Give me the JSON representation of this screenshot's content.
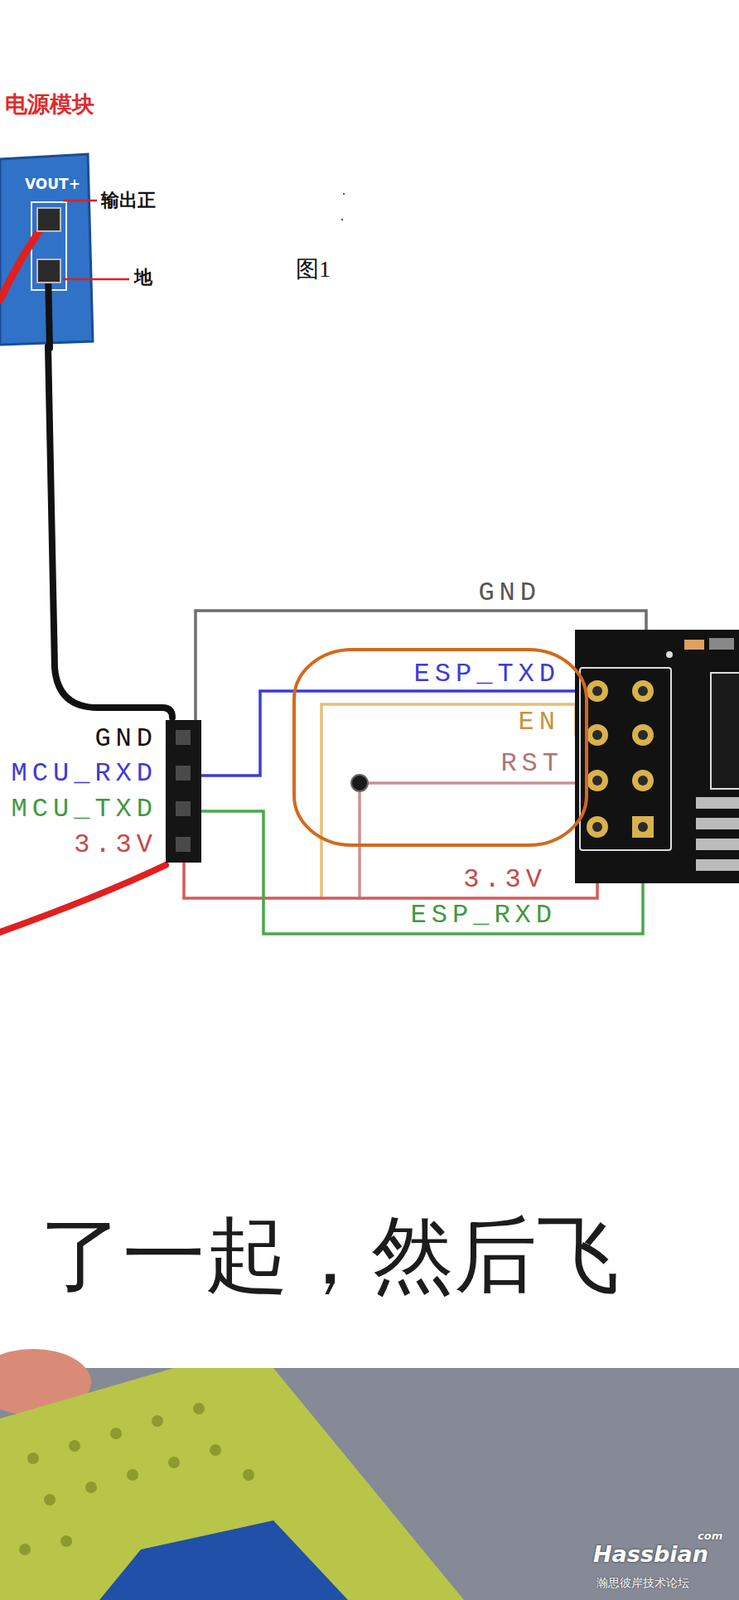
{
  "diagram": {
    "nodes": [
      {
        "text": [
          "电源模块",
          "VOUT+"
        ]
      },
      {
        "text": [
          "GND",
          "MCU_RXD",
          "MCU_TXD",
          "3.3V"
        ]
      }
    ],
    "edges": [
      {
        "from": 0,
        "to": 1,
        "arrow": "none"
      }
    ],
    "labels": [
      "输出正",
      "地",
      "图1",
      "GND",
      "ESP_TXD",
      "EN",
      "RST",
      "3.3V",
      "ESP_RXD",
      "了一起，然后飞",
      "com",
      "Hassbian",
      "瀚思彼岸技术论坛"
    ]
  }
}
